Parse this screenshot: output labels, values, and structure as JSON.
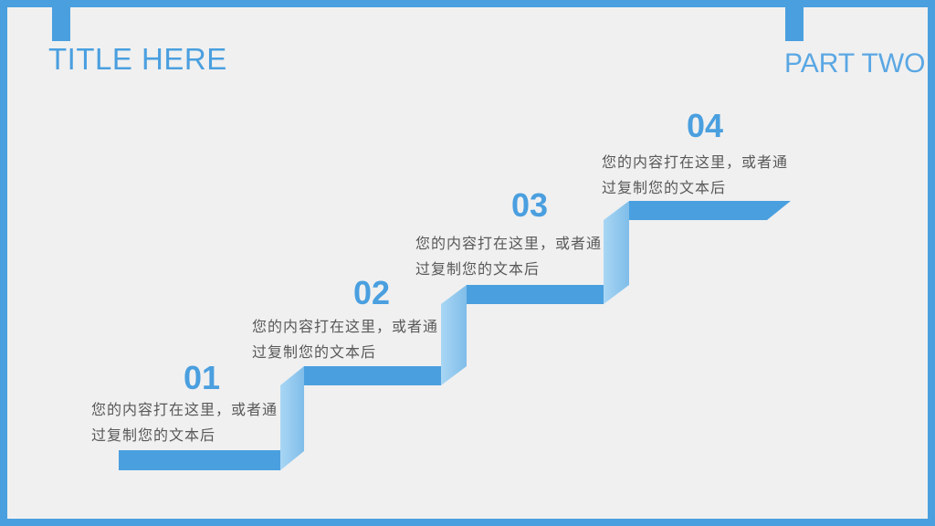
{
  "header": {
    "title": "TITLE HERE",
    "part": "PART TWO"
  },
  "steps": [
    {
      "number": "01",
      "text": "您的内容打在这里，或者通过复制您的文本后"
    },
    {
      "number": "02",
      "text": "您的内容打在这里，或者通过复制您的文本后"
    },
    {
      "number": "03",
      "text": "您的内容打在这里，或者通过复制您的文本后"
    },
    {
      "number": "04",
      "text": "您的内容打在这里，或者通过复制您的文本后"
    }
  ],
  "colors": {
    "accent": "#4a9fdf",
    "riser": "#8ec8ee",
    "background": "#f0f0f0",
    "text": "#595959"
  }
}
